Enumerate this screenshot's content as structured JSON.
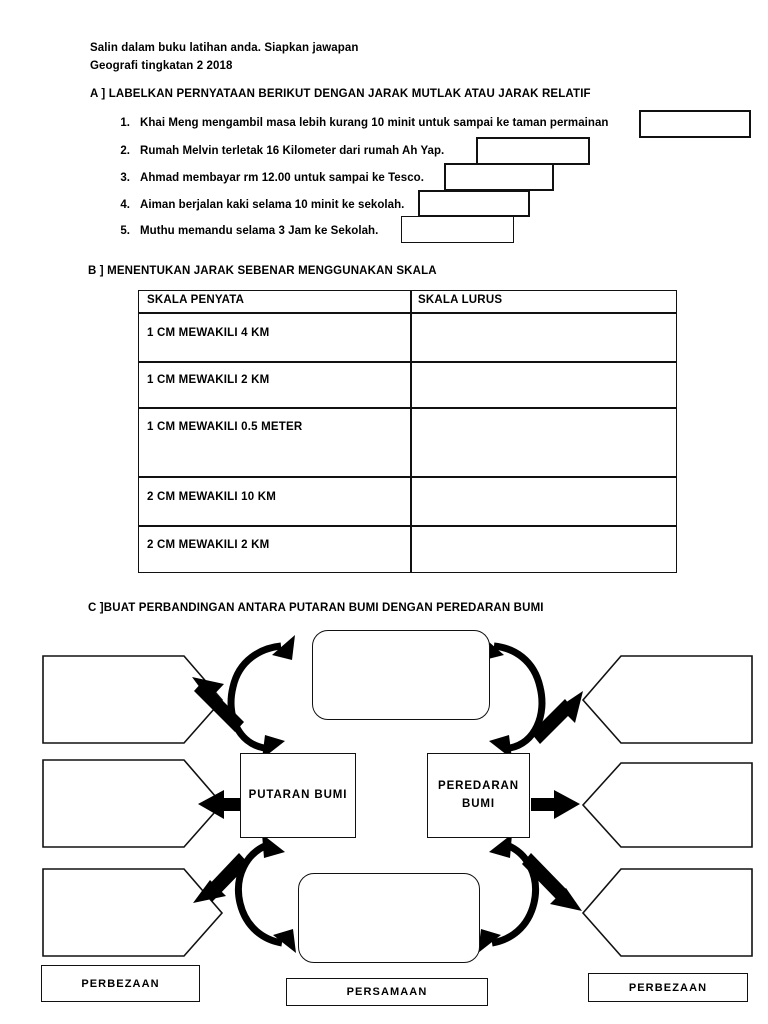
{
  "header": {
    "line1": "Salin dalam buku latihan anda. Siapkan jawapan",
    "line2": "Geografi tingkatan 2 2018"
  },
  "sectionA": {
    "heading": "A ] LABELKAN PERNYATAAN BERIKUT DENGAN JARAK MUTLAK ATAU JARAK RELATIF",
    "items": [
      {
        "num": "1.",
        "text": "Khai Meng mengambil masa lebih kurang 10 minit untuk sampai ke taman permainan",
        "answer": ""
      },
      {
        "num": "2.",
        "text": "Rumah Melvin terletak 16 Kilometer dari rumah Ah Yap.",
        "answer": ""
      },
      {
        "num": "3.",
        "text": "Ahmad membayar rm 12.00 untuk sampai ke Tesco.",
        "answer": ""
      },
      {
        "num": "4.",
        "text": "Aiman berjalan kaki selama 10 minit ke sekolah.",
        "answer": ""
      },
      {
        "num": "5.",
        "text": "Muthu memandu selama 3 Jam ke Sekolah.",
        "answer": ""
      }
    ]
  },
  "sectionB": {
    "heading": "B ] MENENTUKAN JARAK SEBENAR MENGGUNAKAN SKALA",
    "columns": [
      "SKALA PENYATA",
      "SKALA LURUS"
    ],
    "rows": [
      {
        "penyata": "1 CM MEWAKILI 4 KM",
        "lurus": ""
      },
      {
        "penyata": "1 CM MEWAKILI 2 KM",
        "lurus": ""
      },
      {
        "penyata": "1 CM MEWAKILI 0.5 METER",
        "lurus": ""
      },
      {
        "penyata": "2 CM MEWAKILI 10 KM",
        "lurus": ""
      },
      {
        "penyata": "2 CM MEWAKILI 2 KM",
        "lurus": ""
      }
    ]
  },
  "sectionC": {
    "heading": "C ]BUAT PERBANDINGAN ANTARA PUTARAN BUMI DENGAN PEREDARAN BUMI",
    "center_left": "PUTARAN BUMI",
    "center_right": "PEREDARAN\nBUMI",
    "center_right_line1": "PEREDARAN",
    "center_right_line2": "BUMI",
    "top_box": "",
    "bottom_box": "",
    "left_slots": [
      "",
      "",
      ""
    ],
    "right_slots": [
      "",
      "",
      ""
    ],
    "legend": {
      "left": "PERBEZAAN",
      "middle": "PERSAMAAN",
      "right": "PERBEZAAN"
    }
  }
}
